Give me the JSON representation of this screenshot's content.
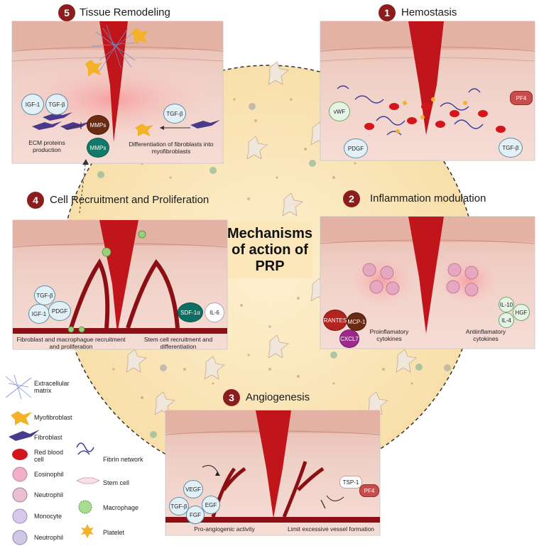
{
  "center_title": [
    "Mechanisms",
    "of action of",
    "PRP"
  ],
  "panels": {
    "remodeling": {
      "number": "5",
      "title": "Tissue Remodeling",
      "labels": [
        "IGF-1",
        "TGF-β",
        "MMPs",
        "MMPs",
        "TGF-β"
      ],
      "captions": [
        "ECM proteins production",
        "Differentiation of fibroblasts into myofibroblasts"
      ]
    },
    "hemostasis": {
      "number": "1",
      "title": "Hemostasis",
      "labels": [
        "vWF",
        "PDGF",
        "PF4",
        "TGF-β"
      ]
    },
    "recruitment": {
      "number": "4",
      "title": "Cell Recruitment and Proliferation",
      "labels": [
        "TGF-β",
        "IGF-1",
        "PDGF",
        "SDF-1α",
        "IL-6"
      ],
      "captions": [
        "Fibroblast and macrophague recruitment and proliferation",
        "Stem cell recruitment and differentiation"
      ]
    },
    "inflammation": {
      "number": "2",
      "title": "Inflammation modulation",
      "labels": [
        "RANTES",
        "MCP-1",
        "CXCL7",
        "IL-10",
        "IL-4",
        "HGF"
      ],
      "captions": [
        "Proinflamatory cytokines",
        "Antiinflamatory cytokines"
      ]
    },
    "angiogenesis": {
      "number": "3",
      "title": "Angiogenesis",
      "labels": [
        "VEGF",
        "TGF-β",
        "EGF",
        "FGF",
        "TSP-1",
        "PF4"
      ],
      "captions": [
        "Pro-angiogenic activity",
        "Limit excessive vessel formation"
      ]
    }
  },
  "legend": [
    {
      "label": "Extracellular matrix",
      "icon": "ecm-icon"
    },
    {
      "label": "Myofibroblast",
      "icon": "myofibroblast-icon"
    },
    {
      "label": "Fibroblast",
      "icon": "fibroblast-icon"
    },
    {
      "label": "Red blood cell",
      "icon": "rbc-icon"
    },
    {
      "label": "Eosinophil",
      "icon": "eosinophil-icon"
    },
    {
      "label": "Neutrophil",
      "icon": "neutrophil-icon"
    },
    {
      "label": "Monocyte",
      "icon": "monocyte-icon"
    },
    {
      "label": "Neutrophil",
      "icon": "neutrophil-icon"
    },
    {
      "label": "Fibrin network",
      "icon": "fibrin-icon"
    },
    {
      "label": "Stem cell",
      "icon": "stem-cell-icon"
    },
    {
      "label": "Macrophage",
      "icon": "macrophage-icon"
    },
    {
      "label": "Platelet",
      "icon": "platelet-icon"
    }
  ],
  "colors": {
    "wound": "#c0151b",
    "skin": "#efc8c0",
    "background_circle": "#fbe7b9",
    "badge": "#8b1d1d"
  }
}
